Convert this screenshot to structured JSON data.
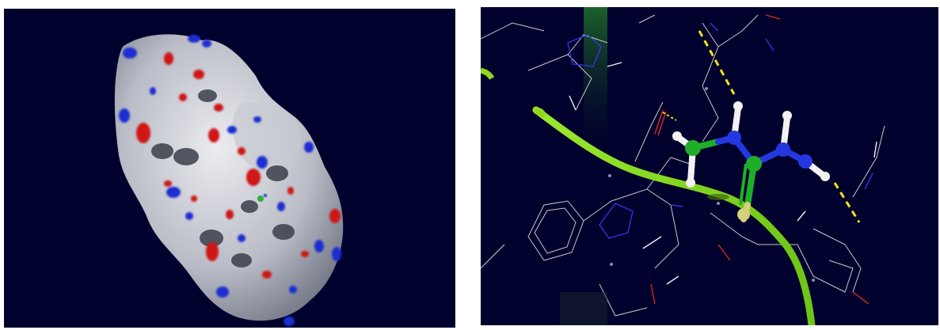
{
  "figure": {
    "left_panel": {
      "depiction": "electrostatic-molecular-surface",
      "background": "#01012e",
      "colors": {
        "positive": "#1e2fd0",
        "negative": "#d01218",
        "neutral": "#d8d8dc",
        "cavity": "#3a3f4a"
      }
    },
    "right_panel": {
      "depiction": "ligand-binding-site-closeup",
      "background": "#01012e",
      "colors": {
        "backbone_ribbon": "#7fd81e",
        "ligand_carbon": "#1fae2a",
        "ligand_nitrogen": "#2438e0",
        "ligand_hydrogen": "#f2f2f2",
        "ligand_sulfur": "#d8cf7a",
        "hydrogen_bond": "#f2e21a",
        "residue_wire": "#c8c8c8",
        "residue_nitrogen": "#2a3ad8",
        "residue_oxygen": "#d8281e"
      },
      "hydrogen_bond_count": 3
    }
  }
}
